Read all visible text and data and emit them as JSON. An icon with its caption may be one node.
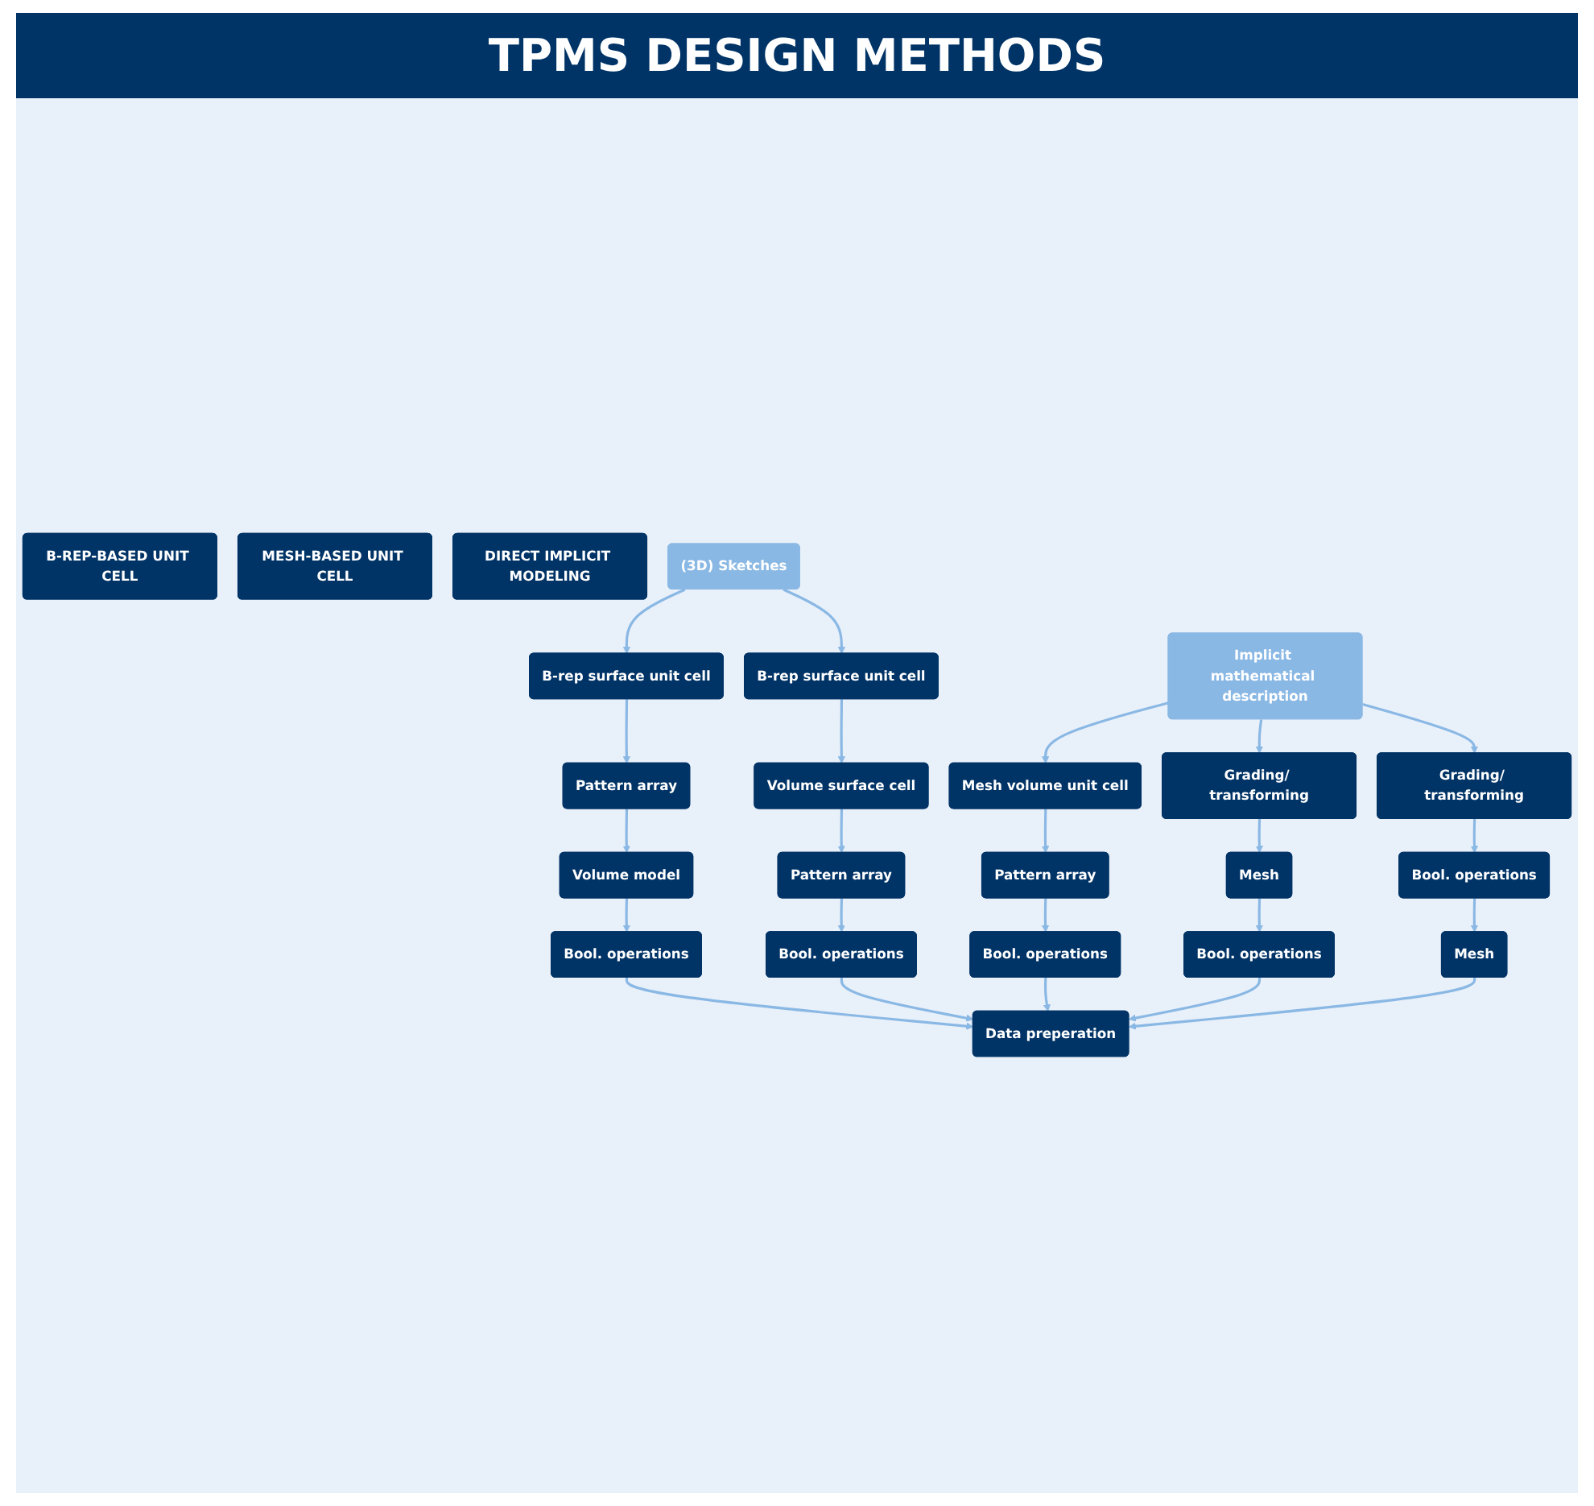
{
  "diagram": {
    "title": "TPMS DESIGN METHODS",
    "nodes": [
      {
        "text": [
          "B-REP-BASED UNIT CELL"
        ]
      },
      {
        "text": [
          "MESH-BASED UNIT CELL"
        ]
      },
      {
        "text": [
          "DIRECT IMPLICIT MODELING"
        ]
      },
      {
        "text": [
          "(3D) Sketches"
        ]
      },
      {
        "text": [
          "Implicit mathematical description"
        ]
      },
      {
        "text": [
          "B-rep surface unit cell"
        ]
      },
      {
        "text": [
          "B-rep surface unit cell"
        ]
      },
      {
        "text": [
          "Mesh volume unit cell"
        ]
      },
      {
        "text": [
          "Grading/ transforming"
        ]
      },
      {
        "text": [
          "Grading/ transforming"
        ]
      },
      {
        "text": [
          "Pattern array"
        ]
      },
      {
        "text": [
          "Volume surface cell"
        ]
      },
      {
        "text": [
          "Pattern array"
        ]
      },
      {
        "text": [
          "Mesh"
        ]
      },
      {
        "text": [
          "Bool. operations"
        ]
      },
      {
        "text": [
          "Volume model"
        ]
      },
      {
        "text": [
          "Pattern array"
        ]
      },
      {
        "text": [
          "Bool. operations"
        ]
      },
      {
        "text": [
          "Bool. operations"
        ]
      },
      {
        "text": [
          "Mesh"
        ]
      },
      {
        "text": [
          "Bool. operations"
        ]
      },
      {
        "text": [
          "Bool. operations"
        ]
      },
      {
        "text": [
          "Data preperation"
        ]
      }
    ],
    "edges": [
      {
        "from": 3,
        "to": 5,
        "arrow": "to"
      },
      {
        "from": 3,
        "to": 6,
        "arrow": "to"
      },
      {
        "from": 4,
        "to": 7,
        "arrow": "to"
      },
      {
        "from": 4,
        "to": 8,
        "arrow": "to"
      },
      {
        "from": 4,
        "to": 9,
        "arrow": "to"
      },
      {
        "from": 5,
        "to": 10,
        "arrow": "to"
      },
      {
        "from": 6,
        "to": 11,
        "arrow": "to"
      },
      {
        "from": 7,
        "to": 12,
        "arrow": "to"
      },
      {
        "from": 8,
        "to": 13,
        "arrow": "to"
      },
      {
        "from": 9,
        "to": 14,
        "arrow": "to"
      },
      {
        "from": 10,
        "to": 15,
        "arrow": "to"
      },
      {
        "from": 11,
        "to": 16,
        "arrow": "to"
      },
      {
        "from": 12,
        "to": 17,
        "arrow": "to"
      },
      {
        "from": 13,
        "to": 18,
        "arrow": "to"
      },
      {
        "from": 14,
        "to": 19,
        "arrow": "to"
      },
      {
        "from": 15,
        "to": 20,
        "arrow": "to"
      },
      {
        "from": 16,
        "to": 21,
        "arrow": "to"
      },
      {
        "from": 20,
        "to": 22,
        "arrow": "to"
      },
      {
        "from": 21,
        "to": 22,
        "arrow": "to"
      },
      {
        "from": 17,
        "to": 22,
        "arrow": "to"
      },
      {
        "from": 18,
        "to": 22,
        "arrow": "to"
      },
      {
        "from": 19,
        "to": 22,
        "arrow": "to"
      }
    ]
  }
}
